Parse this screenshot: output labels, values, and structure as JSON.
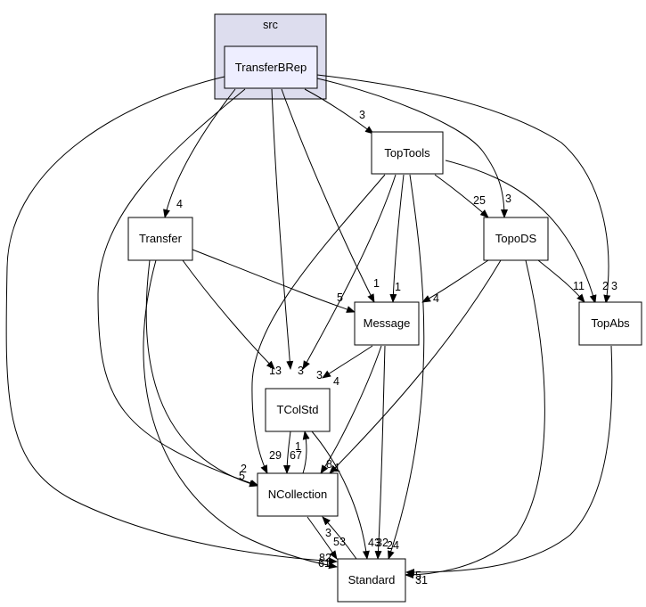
{
  "cluster": {
    "label": "src"
  },
  "nodes": {
    "transferbrep": "TransferBRep",
    "toptools": "TopTools",
    "transfer": "Transfer",
    "topods": "TopoDS",
    "message": "Message",
    "topabs": "TopAbs",
    "tcolstd": "TColStd",
    "ncollection": "NCollection",
    "standard": "Standard"
  },
  "edge_labels": {
    "tb_toptools": "3",
    "tb_transfer": "4",
    "tb_topods": "3",
    "tb_topabs_2": "2",
    "tt_topabs_3": "3",
    "tt_topods": "25",
    "tt_message": "1",
    "tb_message": "1",
    "tr_message": "5",
    "td_message": "4",
    "td_topabs": "11",
    "tr_tcolstd": "13",
    "tb_tcolstd": "3",
    "tt_tcolstd": "3",
    "msg_tcolstd": "4",
    "tt_ncoll": "29",
    "tcol_ncoll": "67",
    "ncoll_tcol": "1",
    "msg_ncoll": "8",
    "td_ncoll": "1",
    "tr_ncoll": "2",
    "tb_ncoll": "5",
    "ncoll_std": "3",
    "std_ncoll": "53",
    "tb_std": "82",
    "tr_std": "61",
    "msg_std": "43",
    "tcol_std": "32",
    "tt_std": "24",
    "topabs_std": "5",
    "td_std": "31"
  }
}
